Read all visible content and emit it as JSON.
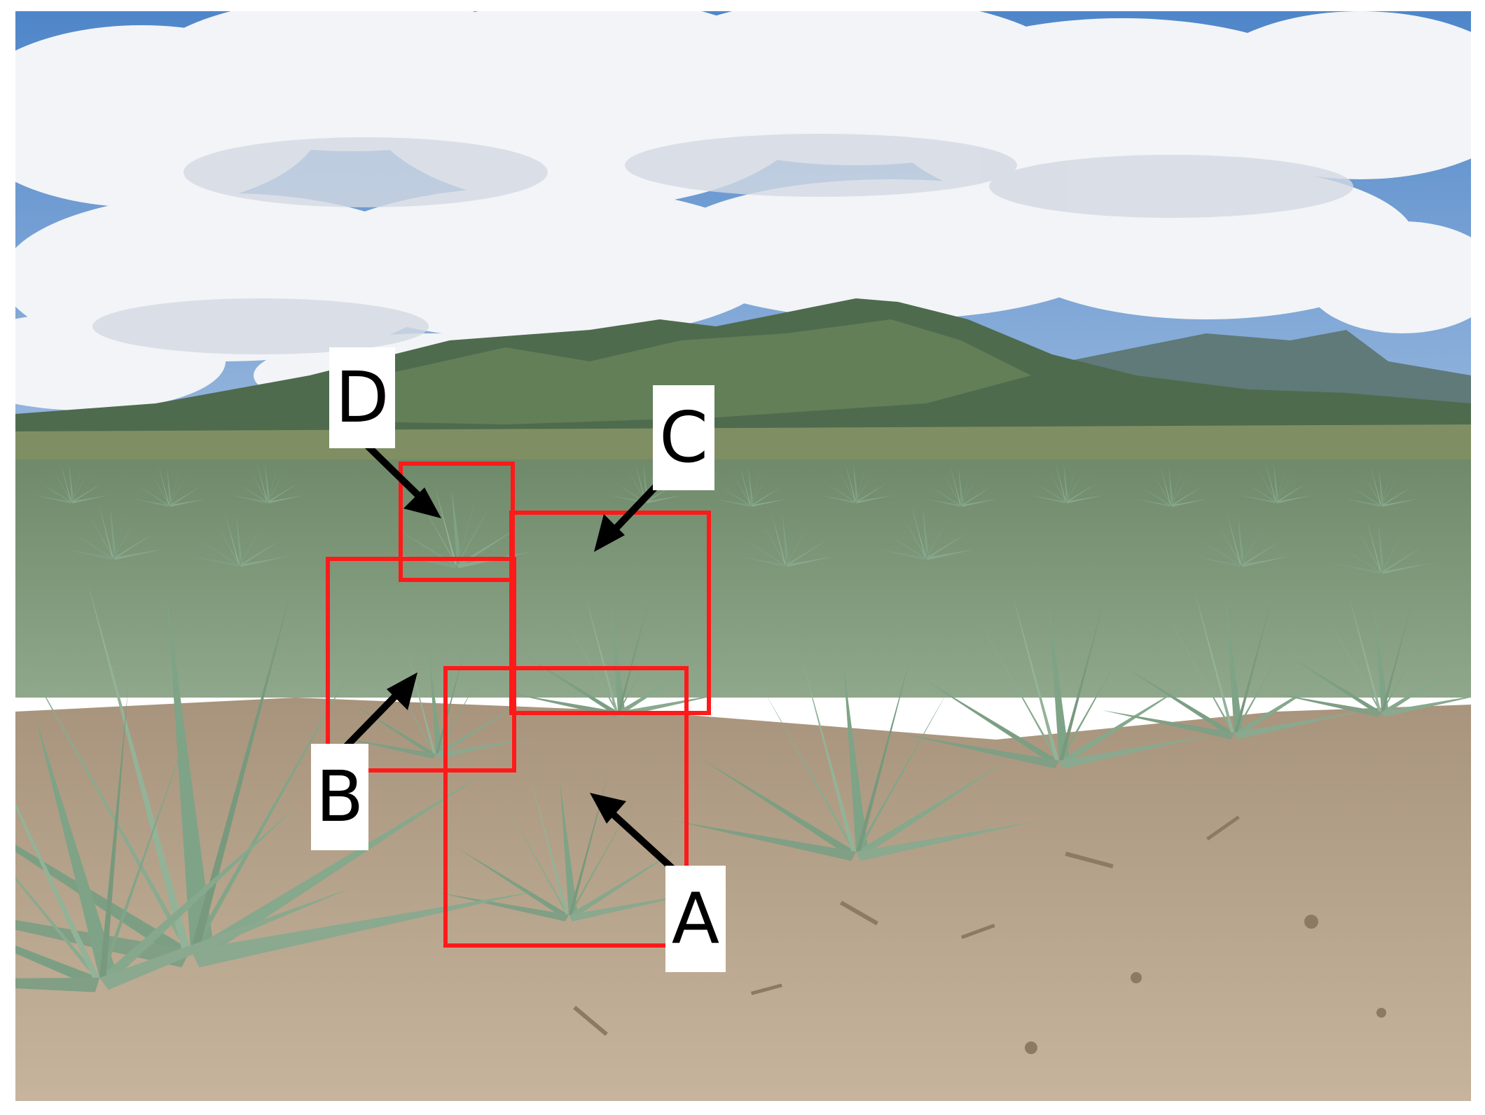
{
  "colors": {
    "box_outline": "#ff1a1a",
    "arrow": "#000000",
    "label_background": "#ffffff",
    "label_text": "#000000"
  },
  "labels": {
    "a": "A",
    "b": "B",
    "c": "C",
    "d": "D"
  }
}
